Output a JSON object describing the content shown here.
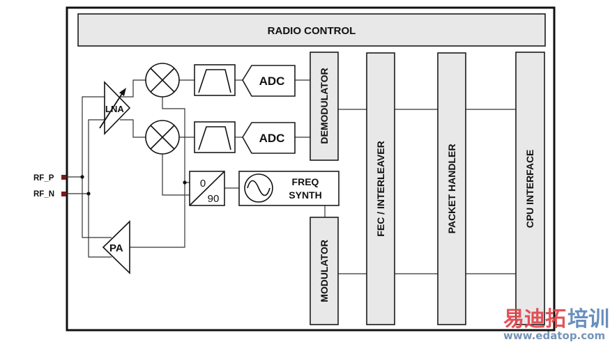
{
  "diagram": {
    "title_block": "RADIO CONTROL",
    "pins": [
      {
        "label": "RF_P",
        "color": "#7a1a1a"
      },
      {
        "label": "RF_N",
        "color": "#7a1a1a"
      }
    ],
    "blocks": {
      "lna": "LNA",
      "pa": "PA",
      "adc_i": "ADC",
      "adc_q": "ADC",
      "demodulator": "DEMODULATOR",
      "modulator": "MODULATOR",
      "fec": "FEC / INTERLEAVER",
      "packet_handler": "PACKET HANDLER",
      "cpu_interface": "CPU INTERFACE",
      "freq_synth_line1": "FREQ",
      "freq_synth_line2": "SYNTH",
      "phase_top": "0",
      "phase_bottom": "90"
    },
    "icons": [
      "mixer-icon",
      "bandpass-filter-icon",
      "sine-oscillator-icon",
      "variable-gain-arrow-icon"
    ],
    "colors": {
      "block_fill": "#e8e8e8",
      "line": "#1a1a1a",
      "pin": "#7a1a1a"
    }
  },
  "watermark": {
    "chinese_part1": "易迪拓",
    "chinese_part2": "培训",
    "url": "www.edatop.com",
    "color_red": "#e0444a",
    "color_blue": "#5b86b8"
  }
}
